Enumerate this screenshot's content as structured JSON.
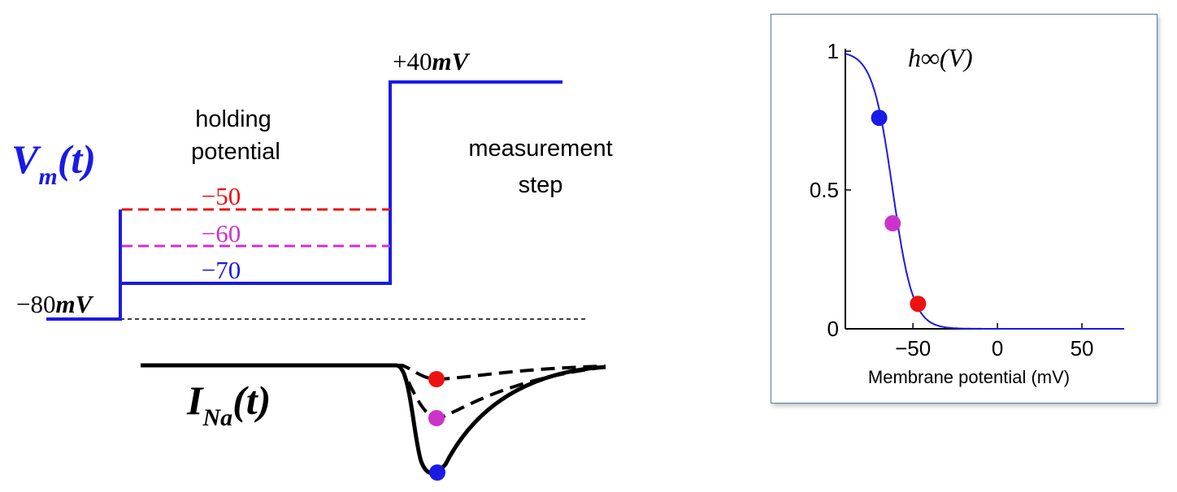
{
  "protocol": {
    "vm_label": "V",
    "vm_sub": "m",
    "vm_rest": "(t)",
    "rest_value": "−80",
    "rest_unit": "mV",
    "holding_title_line1": "holding",
    "holding_title_line2": "potential",
    "level_minus50": "−50",
    "level_minus60": "−60",
    "level_minus70": "−70",
    "step_value": "+40",
    "step_unit": "mV",
    "measurement_line1": "measurement",
    "measurement_line2": "step",
    "ina_label": "I",
    "ina_sub": "Na",
    "ina_rest": "(t)"
  },
  "colors": {
    "vm_blue": "#1a1ae6",
    "red": "#ee1111",
    "magenta": "#cc33cc",
    "black": "#000000",
    "inset_border": "#5b7fa6"
  },
  "chart_data": {
    "type": "line",
    "title": "h∞(V)",
    "xlabel": "Membrane potential (mV)",
    "ylabel": "",
    "xlim": [
      -90,
      75
    ],
    "ylim": [
      0,
      1
    ],
    "xticks": [
      "-50",
      "0",
      "50"
    ],
    "yticks": [
      "0",
      "0.5",
      "1"
    ],
    "curve": {
      "v_half": -62,
      "slope": 6
    },
    "markers": [
      {
        "x": -70,
        "y": 0.76,
        "color": "#1a1ae6"
      },
      {
        "x": -62,
        "y": 0.38,
        "color": "#cc33cc"
      },
      {
        "x": -47,
        "y": 0.09,
        "color": "#ee1111"
      }
    ]
  }
}
